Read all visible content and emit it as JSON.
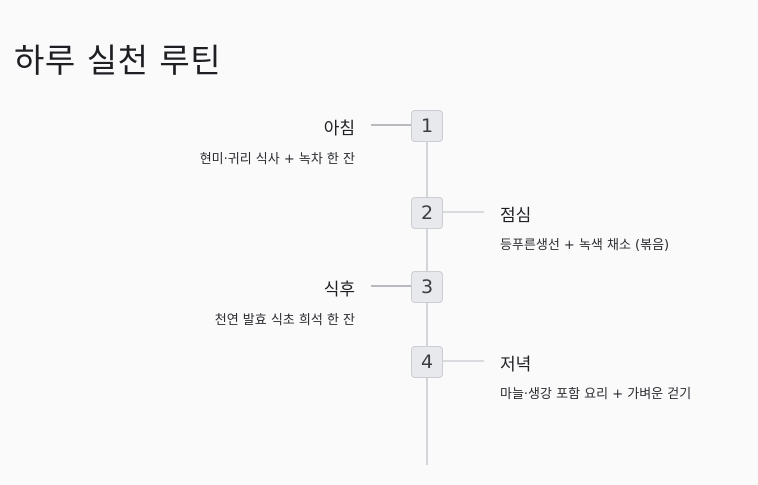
{
  "title": "하루 실천 루틴",
  "steps": [
    {
      "number": "1",
      "title": "아침",
      "description": "현미·귀리 식사 + 녹차 한 잔",
      "side": "left"
    },
    {
      "number": "2",
      "title": "점심",
      "description": "등푸른생선 + 녹색 채소 (볶음)",
      "side": "right"
    },
    {
      "number": "3",
      "title": "식후",
      "description": "천연 발효 식초 희석 한 잔",
      "side": "left"
    },
    {
      "number": "4",
      "title": "저녁",
      "description": "마늘·생강 포함 요리 + 가벼운 걷기",
      "side": "right"
    }
  ],
  "colors": {
    "background": "#fafafb",
    "badge_fill": "#e8e9ed",
    "badge_border": "#cdced3",
    "axis": "#d4d5da"
  }
}
